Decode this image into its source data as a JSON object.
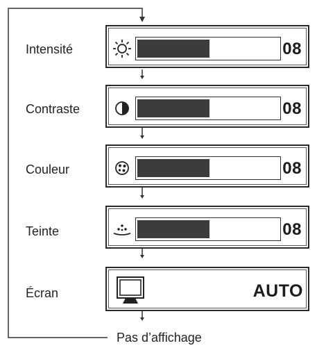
{
  "menu": {
    "items": [
      {
        "label": "Intensité",
        "value": "08",
        "level": 0.52,
        "icon": "brightness-sun-icon"
      },
      {
        "label": "Contraste",
        "value": "08",
        "level": 0.52,
        "icon": "contrast-icon"
      },
      {
        "label": "Couleur",
        "value": "08",
        "level": 0.52,
        "icon": "color-palette-icon"
      },
      {
        "label": "Teinte",
        "value": "08",
        "level": 0.52,
        "icon": "tint-icon"
      },
      {
        "label": "Écran",
        "value": "AUTO",
        "icon": "monitor-icon"
      }
    ],
    "footer_label": "Pas d’affichage"
  },
  "colors": {
    "bar_fill": "#3c3c3c",
    "border": "#2a2a2a",
    "text": "#1e1e1e",
    "background": "#ffffff"
  }
}
